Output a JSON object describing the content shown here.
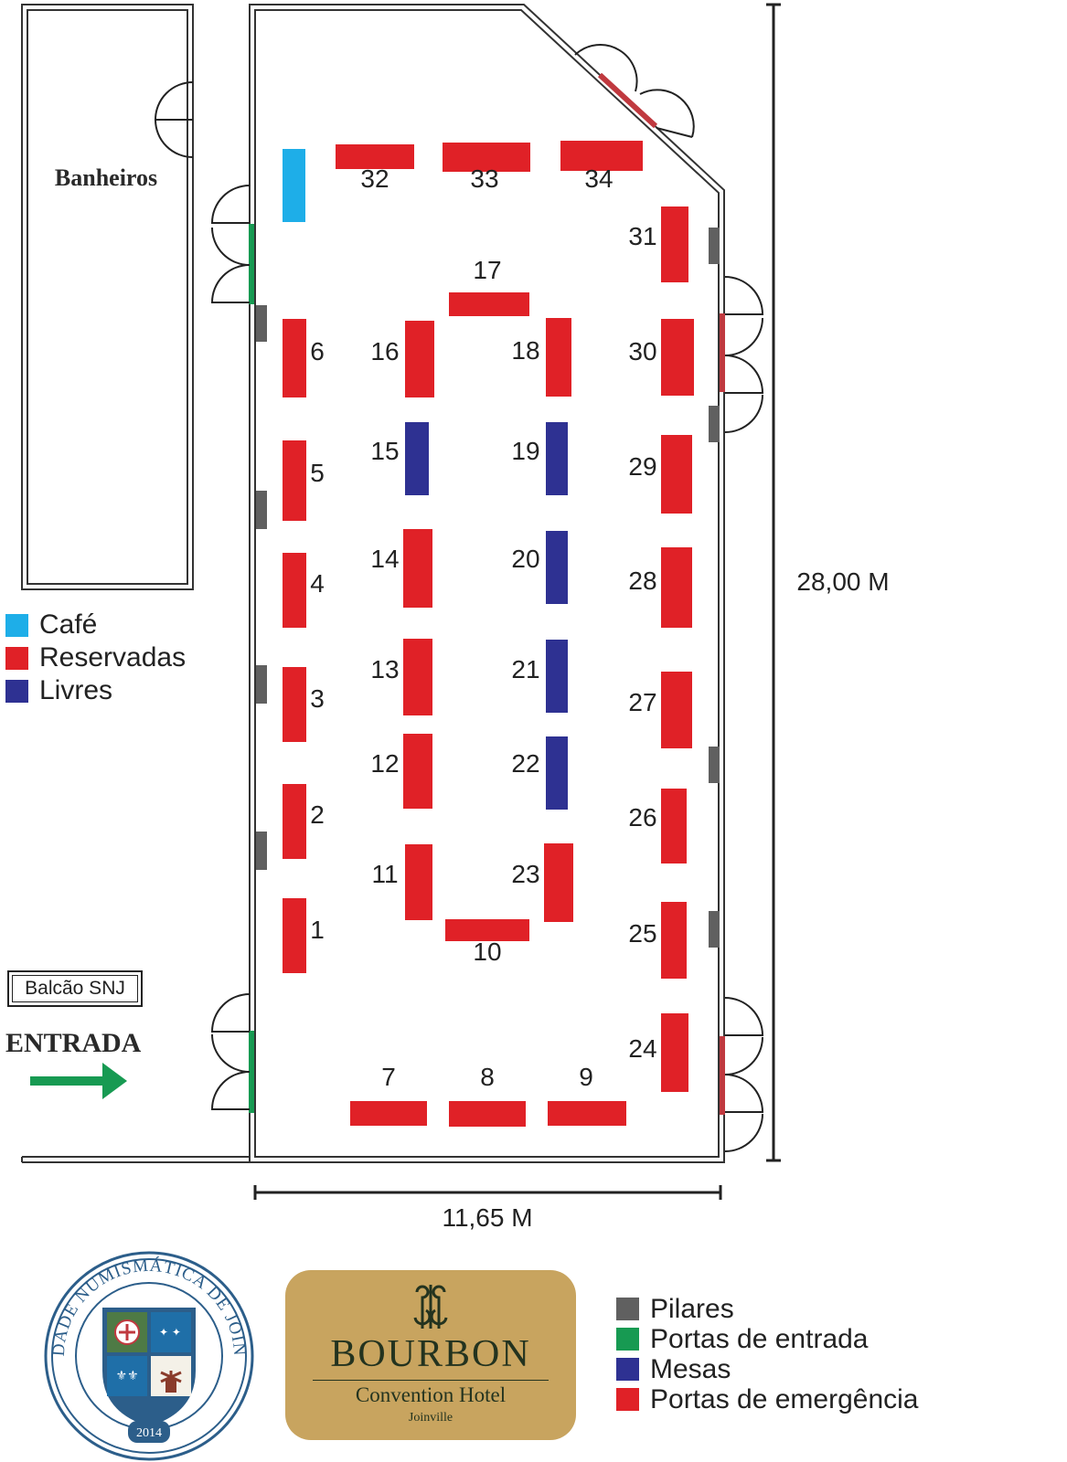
{
  "rooms": {
    "bathrooms": "Banheiros"
  },
  "dimensions": {
    "height": "28,00 M",
    "width": "11,65 M"
  },
  "entrance": {
    "label": "ENTRADA"
  },
  "counter": {
    "label": "Balcão SNJ"
  },
  "legend_top": [
    {
      "label": "Café",
      "color": "#1eaee8"
    },
    {
      "label": "Reservadas",
      "color": "#e02127"
    },
    {
      "label": "Livres",
      "color": "#2e3192"
    }
  ],
  "legend_bottom": [
    {
      "label": "Pilares",
      "color": "#606060"
    },
    {
      "label": "Portas de entrada",
      "color": "#179a52"
    },
    {
      "label": "Mesas",
      "color": "#2e3192"
    },
    {
      "label": "Portas de emergência",
      "color": "#e02127"
    }
  ],
  "tables": [
    {
      "number": "1",
      "status": "reserved"
    },
    {
      "number": "2",
      "status": "reserved"
    },
    {
      "number": "3",
      "status": "reserved"
    },
    {
      "number": "4",
      "status": "reserved"
    },
    {
      "number": "5",
      "status": "reserved"
    },
    {
      "number": "6",
      "status": "reserved"
    },
    {
      "number": "7",
      "status": "reserved"
    },
    {
      "number": "8",
      "status": "reserved"
    },
    {
      "number": "9",
      "status": "reserved"
    },
    {
      "number": "10",
      "status": "reserved"
    },
    {
      "number": "11",
      "status": "reserved"
    },
    {
      "number": "12",
      "status": "reserved"
    },
    {
      "number": "13",
      "status": "reserved"
    },
    {
      "number": "14",
      "status": "reserved"
    },
    {
      "number": "15",
      "status": "free"
    },
    {
      "number": "16",
      "status": "reserved"
    },
    {
      "number": "17",
      "status": "reserved"
    },
    {
      "number": "18",
      "status": "reserved"
    },
    {
      "number": "19",
      "status": "free"
    },
    {
      "number": "20",
      "status": "free"
    },
    {
      "number": "21",
      "status": "free"
    },
    {
      "number": "22",
      "status": "free"
    },
    {
      "number": "23",
      "status": "reserved"
    },
    {
      "number": "24",
      "status": "reserved"
    },
    {
      "number": "25",
      "status": "reserved"
    },
    {
      "number": "26",
      "status": "reserved"
    },
    {
      "number": "27",
      "status": "reserved"
    },
    {
      "number": "28",
      "status": "reserved"
    },
    {
      "number": "29",
      "status": "reserved"
    },
    {
      "number": "30",
      "status": "reserved"
    },
    {
      "number": "31",
      "status": "reserved"
    },
    {
      "number": "32",
      "status": "reserved"
    },
    {
      "number": "33",
      "status": "reserved"
    },
    {
      "number": "34",
      "status": "reserved"
    }
  ],
  "logos": {
    "snj_seal_text": "SOCIEDADE NUMISMÁTICA DE JOINVILLE",
    "snj_year": "2014",
    "hotel_name": "BOURBON",
    "hotel_sub": "Convention Hotel",
    "hotel_city": "Joinville"
  }
}
